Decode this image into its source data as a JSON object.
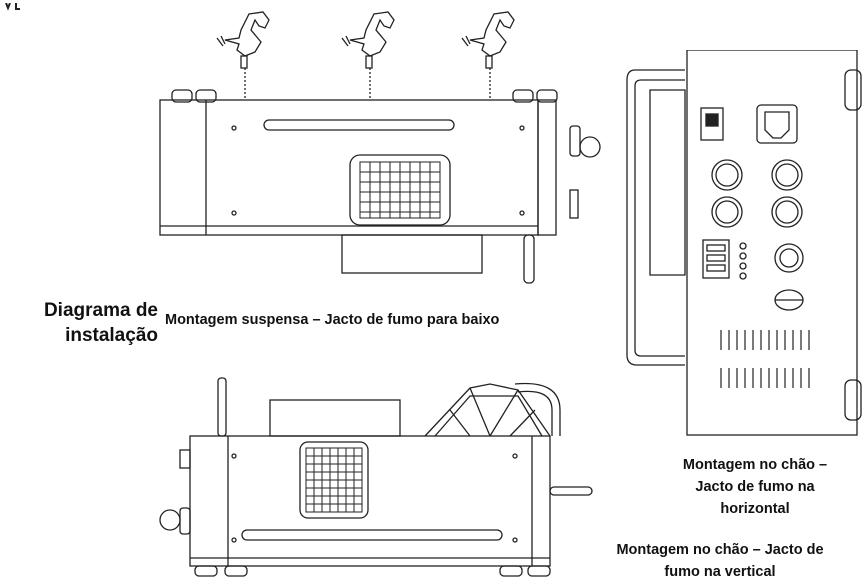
{
  "header_fragment": "",
  "section_title_line1": "Diagrama de",
  "section_title_line2": "instalação",
  "captions": {
    "hanging": "Montagem suspensa – Jacto de fumo para baixo",
    "floor_horizontal_line1": "Montagem no chão –",
    "floor_horizontal_line2": "Jacto de fumo na",
    "floor_horizontal_line3": "horizontal",
    "floor_vertical_line1": "Montagem no chão – Jacto de",
    "floor_vertical_line2": "fumo na vertical"
  },
  "line_color": "#222222"
}
